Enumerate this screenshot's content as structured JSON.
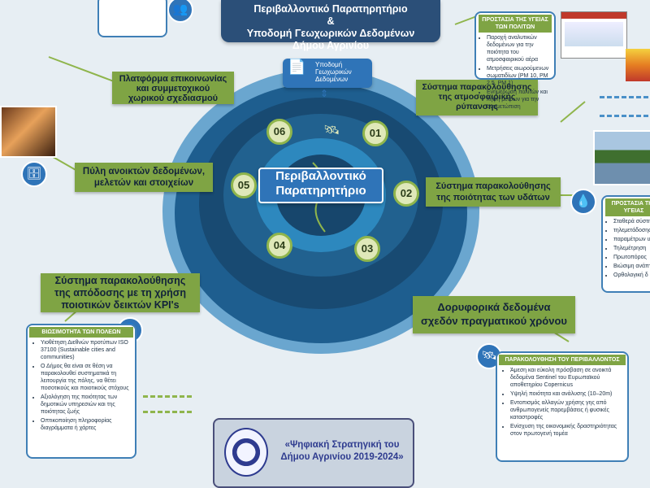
{
  "title": {
    "line1": "Περιβαλλοντικό Παρατηρητήριο",
    "line2": "&",
    "line3": "Υποδομή Γεωχωρικών Δεδομένων",
    "line4": "Δήμου Αγρινίου"
  },
  "hub": {
    "center_line1": "Περιβαλλοντικό",
    "center_line2": "Παρατηρητήριο",
    "sdi_line1": "Υποδομή",
    "sdi_line2": "Γεωχωρικών",
    "sdi_line3": "Δεδομένων"
  },
  "modules": [
    {
      "num": "01",
      "label_line1": "Σύστημα παρακολούθησης",
      "label_line2": "της ατμοσφαιρικής",
      "label_line3": "ρύπανσης"
    },
    {
      "num": "02",
      "label_line1": "Σύστημα παρακολούθησης",
      "label_line2": "της ποιότητας των υδάτων"
    },
    {
      "num": "03",
      "label_line1": "Δορυφορικά δεδομένα",
      "label_line2": "σχεδόν πραγματικού χρόνου"
    },
    {
      "num": "04",
      "label_line1": "Σύστημα παρακολούθησης",
      "label_line2": "της απόδοσης με τη χρήση",
      "label_line3": "ποιοτικών δεικτών KPI's"
    },
    {
      "num": "05",
      "label_line1": "Πύλη ανοικτών δεδομένων,",
      "label_line2": "μελετών και στοιχείων"
    },
    {
      "num": "06",
      "label_line1": "Πλατφόρμα επικοινωνίας",
      "label_line2": "και συμμετοχικού",
      "label_line3": "χωρικού σχεδιασμού"
    }
  ],
  "panels": {
    "livability": {
      "title": "ΒΙΩΣΙΜΟΤΗΤΑ ΤΩΝ ΠΟΛΕΩΝ",
      "items": [
        "Υιοθέτηση Διεθνών προτύπων ISO 37100 (Sustainable cities and communities)",
        "Ο Δήμος θα είναι σε θέση να παρακολουθεί συστηματικά τη λειτουργία της πόλης, να θέτει ποσοτικούς και ποιοτικούς στόχους",
        "Αξιολόγηση της ποιότητας των δημοτικών υπηρεσιών και της ποιότητας ζωής",
        "Οπτικοποίηση πληροφορίας διαγράμματα ή χάρτες"
      ]
    },
    "environment": {
      "title": "ΠΑΡΑΚΟΛΟΥΘΗΣΗ ΤΟΥ ΠΕΡΙΒΑΛΛΟΝΤΟΣ",
      "items": [
        "Άμεση και εύκολη πρόσβαση σε ανοικτά δεδομένα Sentinel του Ευρωπαϊκού αποθετηρίου Copernicus",
        "Υψηλή ποιότητα και ανάλυσης (10–20m)",
        "Εντοπισμός αλλαγών χρήσης γης από ανθρωπογενείς παρεμβάσεις ή φυσικές καταστροφές",
        "Ενίσχυση της οικονομικής δραστηριότητας στον πρωτογενή τομέα"
      ]
    },
    "water": {
      "title": "ΠΡΟΣΤΑΣΙΑ ΤΗΣ ΥΓΕΙΑΣ",
      "items": [
        "Σταθερά σύστημα",
        "τηλεμετάδοσης",
        "παραμέτρων υδάτ",
        "Τηλεμέτρηση",
        "Πρωτοπόρος",
        "Βιώσιμη ανάπτ",
        "Ορθολογική δ"
      ]
    },
    "air": {
      "title": "ΠΡΟΣΤΑΣΙΑ ΤΗΣ ΥΓΕΙΑΣ ΤΩΝ ΠΟΛΙΤΩΝ",
      "items": [
        "Παροχή αναλυτικών δεδομένων για την ποιότητα του ατμοσφαιρικού αέρα",
        "Μετρήσεις αιωρούμενων σωματιδίων (PM 10, PM 2.5, PM 1)",
        "Ενημέρωση πολιτών και λήψη μέτρων για την αντιμετώπιση"
      ]
    }
  },
  "footer": {
    "strategy_line1": "«Ψηφιακή Στρατηγική του",
    "strategy_line2": "Δήμου Αγρινίου 2019-2024»"
  },
  "colors": {
    "navy": "#2b4f78",
    "green": "#7fa444",
    "blue": "#2f74b8",
    "background": "#e7eef3"
  }
}
